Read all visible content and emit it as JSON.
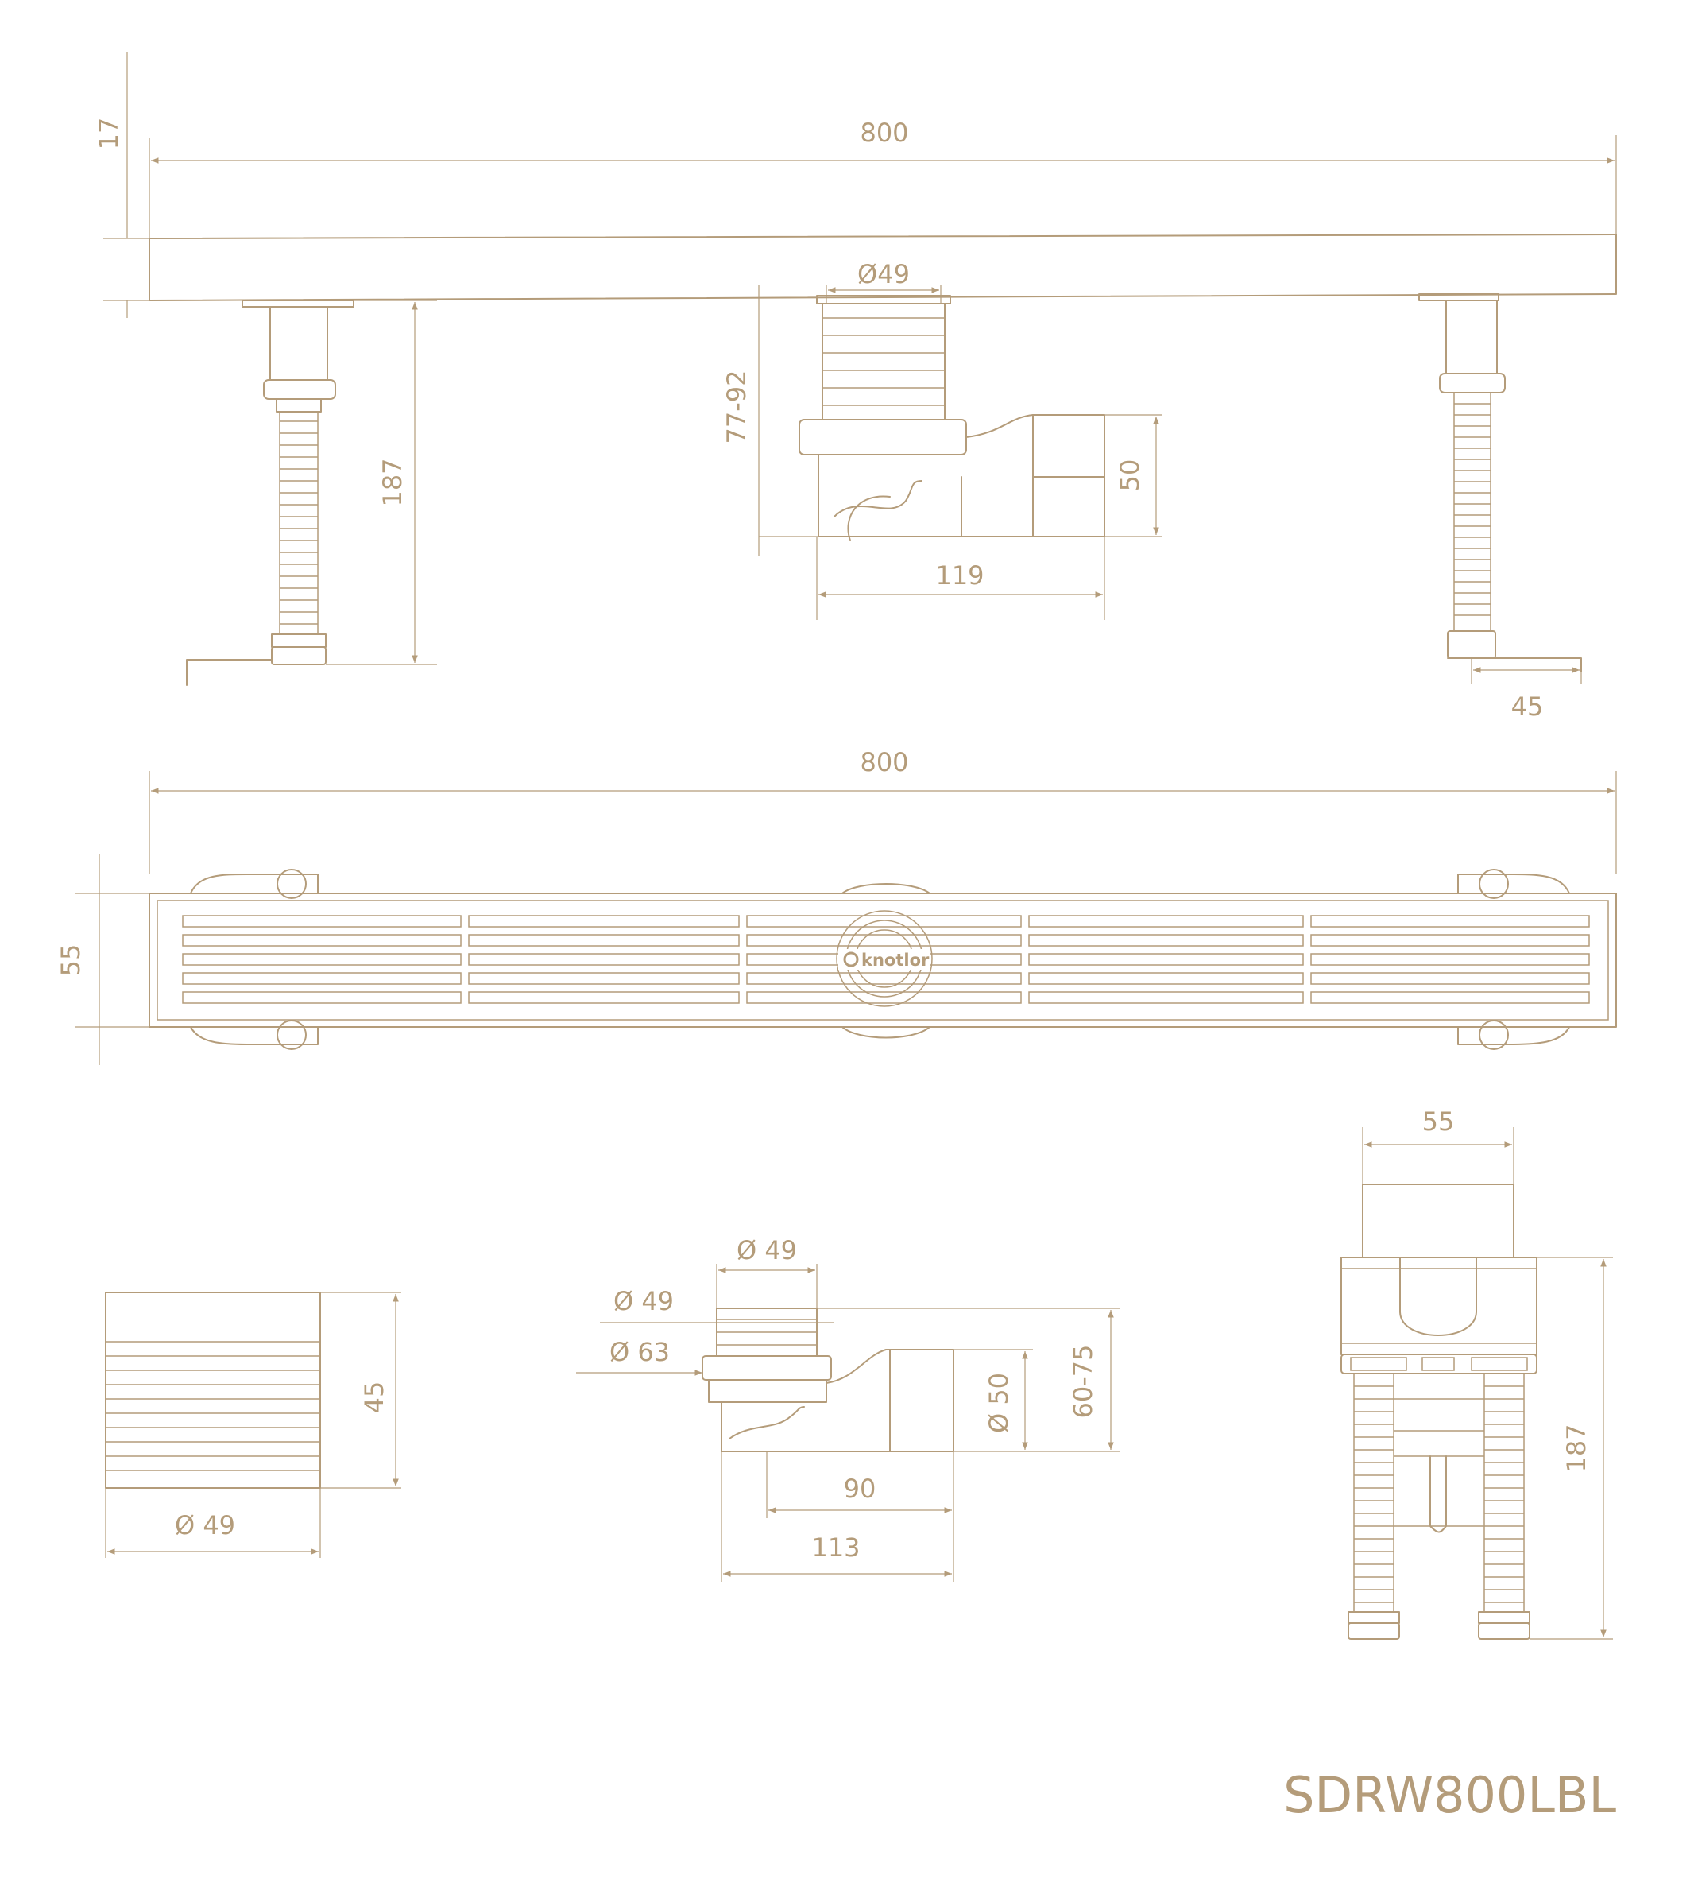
{
  "colors": {
    "line": "#b49c7a",
    "background": "#ffffff"
  },
  "product_code": "SDRW800LBL",
  "brand": "knotlor",
  "side_view": {
    "length": "800",
    "profile_height": "17",
    "support_height_left": "187",
    "outlet_diameter": "Ø49",
    "adjust_range": "77-92",
    "siphon_outlet": "50",
    "siphon_length": "119",
    "foot_width": "45"
  },
  "top_view": {
    "length": "800",
    "width": "55"
  },
  "adapter_view": {
    "height": "45",
    "diameter": "Ø 49"
  },
  "siphon_view": {
    "top_diameter": "Ø 49",
    "inner_diameter": "Ø 49",
    "flange_diameter": "Ø 63",
    "outlet_diameter": "Ø 50",
    "adjust_range": "60-75",
    "width_inner": "90",
    "width_total": "113"
  },
  "end_view": {
    "width": "55",
    "height": "187"
  }
}
